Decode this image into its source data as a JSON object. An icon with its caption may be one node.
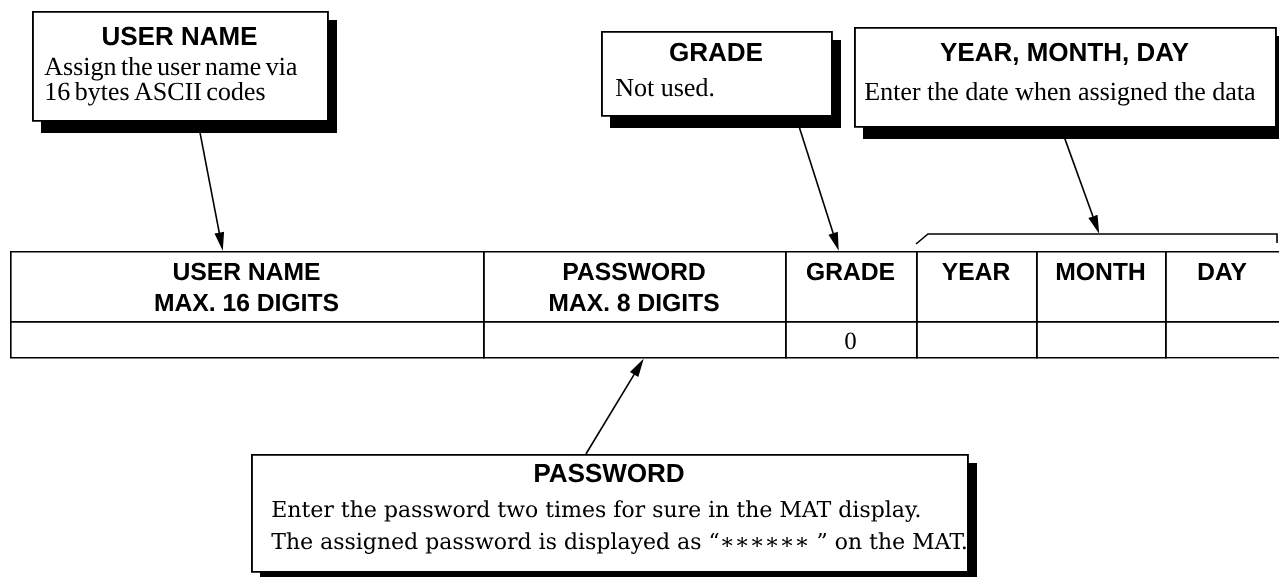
{
  "diagram": {
    "nodes": [
      {
        "text": [
          "USER NAME",
          "Assign the user name via 16 bytes ASCII codes"
        ]
      },
      {
        "text": [
          "GRADE",
          "Not used."
        ]
      },
      {
        "text": [
          "YEAR, MONTH, DAY",
          "Enter the date when assigned the data"
        ]
      },
      {
        "text": [
          "USER NAME",
          "MAX. 16 DIGITS"
        ]
      },
      {
        "text": [
          "PASSWORD",
          "MAX. 8 DIGITS"
        ]
      },
      {
        "text": [
          "GRADE"
        ]
      },
      {
        "text": [
          "YEAR"
        ]
      },
      {
        "text": [
          "MONTH"
        ]
      },
      {
        "text": [
          "DAY"
        ]
      },
      {
        "text": [],
        "shape": "box"
      },
      {
        "text": [],
        "shape": "box"
      },
      {
        "text": [
          "0"
        ]
      },
      {
        "text": [],
        "shape": "box"
      },
      {
        "text": [],
        "shape": "box"
      },
      {
        "text": [],
        "shape": "box"
      },
      {
        "text": [],
        "shape": "bracket"
      },
      {
        "text": [
          "PASSWORD",
          "Enter the password two times for sure in the MAT display.",
          "The assigned password is displayed as “∗∗∗∗∗∗ ” on the MAT."
        ]
      }
    ],
    "edges": [
      {
        "from": 0,
        "to": 3,
        "arrow": "to"
      },
      {
        "from": 1,
        "to": 5,
        "arrow": "to"
      },
      {
        "from": 2,
        "to": 15,
        "arrow": "to"
      },
      {
        "from": 16,
        "to": 10,
        "arrow": "to"
      }
    ]
  }
}
